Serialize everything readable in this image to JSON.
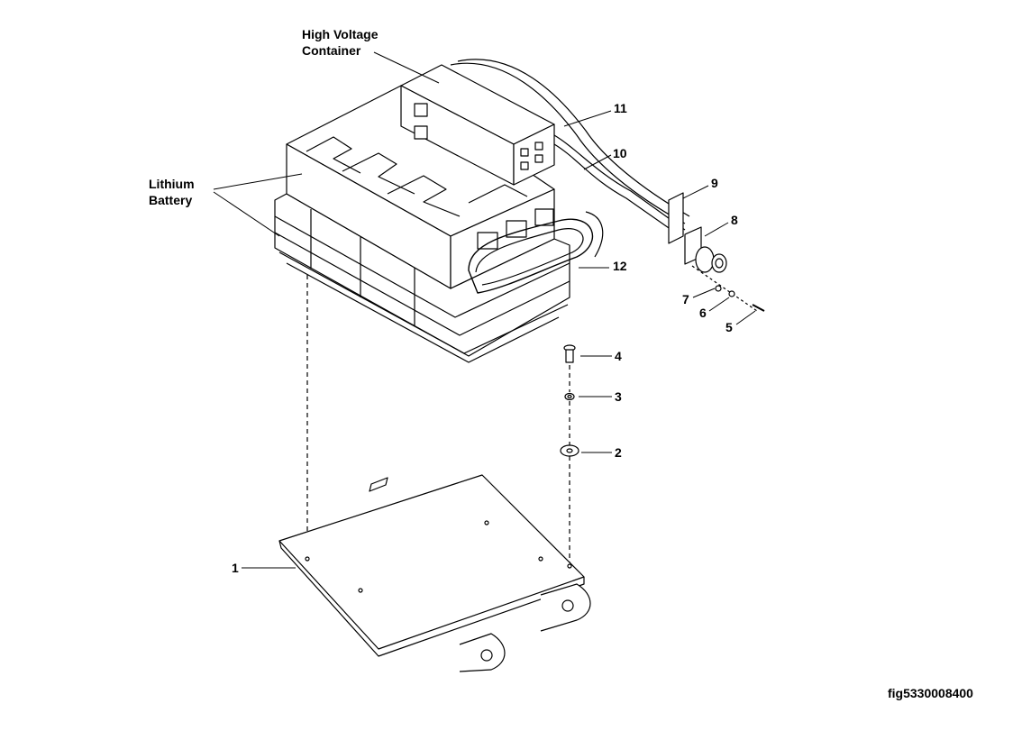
{
  "callouts": {
    "hv_container": [
      "High Voltage",
      "Container"
    ],
    "lithium_battery": [
      "Lithium",
      "Battery"
    ],
    "items": [
      "1",
      "2",
      "3",
      "4",
      "5",
      "6",
      "7",
      "8",
      "9",
      "10",
      "11",
      "12"
    ]
  },
  "figure_id": "fig5330008400"
}
